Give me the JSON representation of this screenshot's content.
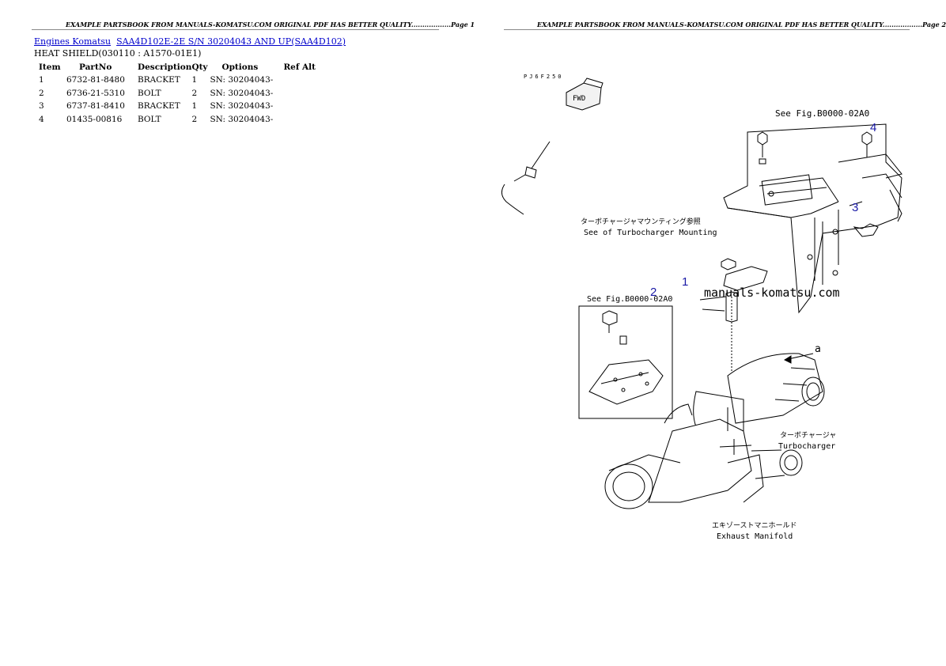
{
  "header": {
    "page1": "EXAMPLE PARTSBOOK FROM MANUALS-KOMATSU.COM ORIGINAL PDF HAS BETTER QUALITY..................Page 1",
    "page2": "EXAMPLE PARTSBOOK FROM MANUALS-KOMATSU.COM ORIGINAL PDF HAS BETTER QUALITY..................Page 2"
  },
  "breadcrumb": {
    "link1": "Engines Komatsu",
    "link2": "SAA4D102E-2E S/N 30204043 AND UP(SAA4D102)"
  },
  "section_title": "HEAT SHIELD(030110 : A1570-01E1)",
  "table": {
    "headers": [
      "Item",
      "PartNo",
      "Description",
      "Qty",
      "Options",
      "Ref Alt"
    ],
    "rows": [
      [
        "1",
        "6732-81-8480",
        "BRACKET",
        "1",
        "SN: 30204043-",
        ""
      ],
      [
        "2",
        "6736-21-5310",
        "BOLT",
        "2",
        "SN: 30204043-",
        ""
      ],
      [
        "3",
        "6737-81-8410",
        "BRACKET",
        "1",
        "SN: 30204043-",
        ""
      ],
      [
        "4",
        "01435-00816",
        "BOLT",
        "2",
        "SN: 30204043-",
        ""
      ]
    ]
  },
  "diagram": {
    "code": "PJ6F250",
    "fwd": "FWD",
    "ref_top": "See Fig.B0000-02A0",
    "ref_inset": "See Fig.B0000-02A0",
    "mounting_jp": "ターボチャージャマウンティング参照",
    "mounting_en": "See of Turbocharger Mounting",
    "watermark": "manuals-komatsu.com",
    "turbo_jp": "ターボチャージャ",
    "turbo_en": "Turbocharger",
    "exhaust_jp": "エキゾーストマニホールド",
    "exhaust_en": "Exhaust Manifold",
    "letter_a": "a",
    "callouts": [
      "1",
      "2",
      "3",
      "4"
    ]
  }
}
